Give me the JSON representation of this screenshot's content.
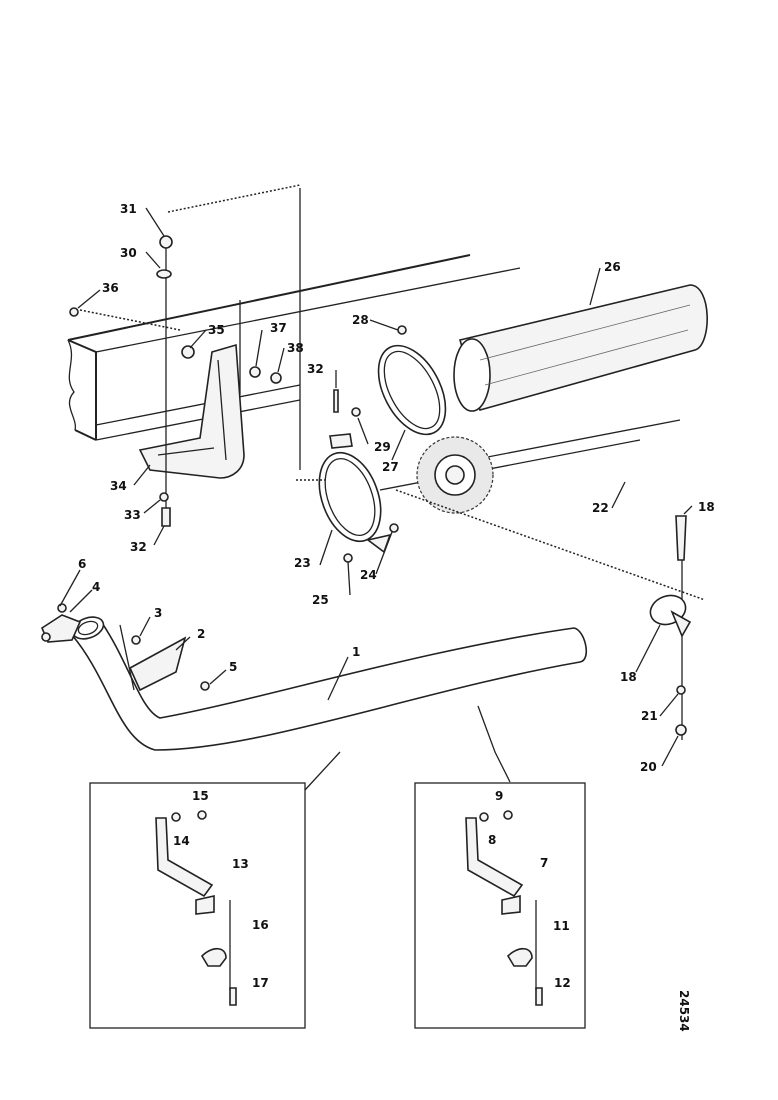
{
  "drawing_code": "24534",
  "callouts": [
    {
      "id": "c1",
      "text": "1"
    },
    {
      "id": "c2",
      "text": "2"
    },
    {
      "id": "c3",
      "text": "3"
    },
    {
      "id": "c4",
      "text": "4"
    },
    {
      "id": "c5",
      "text": "5"
    },
    {
      "id": "c6",
      "text": "6"
    },
    {
      "id": "c7",
      "text": "7"
    },
    {
      "id": "c8",
      "text": "8"
    },
    {
      "id": "c9",
      "text": "9"
    },
    {
      "id": "c11",
      "text": "11"
    },
    {
      "id": "c12",
      "text": "12"
    },
    {
      "id": "c13",
      "text": "13"
    },
    {
      "id": "c14",
      "text": "14"
    },
    {
      "id": "c15",
      "text": "15"
    },
    {
      "id": "c16",
      "text": "16"
    },
    {
      "id": "c17",
      "text": "17"
    },
    {
      "id": "c18a",
      "text": "18"
    },
    {
      "id": "c18b",
      "text": "18"
    },
    {
      "id": "c20",
      "text": "20"
    },
    {
      "id": "c21",
      "text": "21"
    },
    {
      "id": "c22",
      "text": "22"
    },
    {
      "id": "c23",
      "text": "23"
    },
    {
      "id": "c24",
      "text": "24"
    },
    {
      "id": "c25",
      "text": "25"
    },
    {
      "id": "c26",
      "text": "26"
    },
    {
      "id": "c27",
      "text": "27"
    },
    {
      "id": "c28",
      "text": "28"
    },
    {
      "id": "c29",
      "text": "29"
    },
    {
      "id": "c30",
      "text": "30"
    },
    {
      "id": "c31",
      "text": "31"
    },
    {
      "id": "c32a",
      "text": "32"
    },
    {
      "id": "c32b",
      "text": "32"
    },
    {
      "id": "c33",
      "text": "33"
    },
    {
      "id": "c34",
      "text": "34"
    },
    {
      "id": "c35",
      "text": "35"
    },
    {
      "id": "c36",
      "text": "36"
    },
    {
      "id": "c37",
      "text": "37"
    },
    {
      "id": "c38",
      "text": "38"
    }
  ]
}
